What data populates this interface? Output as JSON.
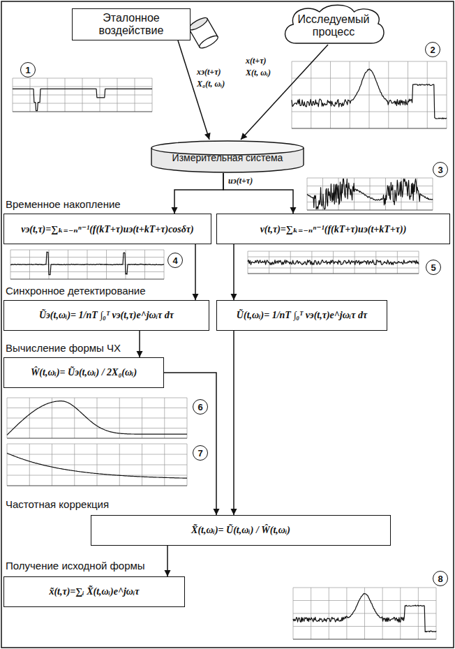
{
  "diagram": {
    "nodes": [
      {
        "text": [
          "Эталонное воздействие"
        ]
      },
      {
        "text": [
          "Исследуемый процесс"
        ]
      },
      {
        "text": [
          "Измерительная система"
        ]
      },
      {
        "text": [
          "vэ(t,τ)=∑ₖ₌₋ₙⁿ⁻¹(f(kT+τ)uэ(t+kT+τ)cosδτ)"
        ]
      },
      {
        "text": [
          "v(t,τ)=∑ₖ₌₋ₙⁿ⁻¹(f(kT+τ)uэ(t+kT+τ))"
        ]
      },
      {
        "text": [
          "Ũэ(t,ωᵢ)= 1/nT ∫₀ᵀ vэ(t,τ)e^jωᵢτ dτ"
        ]
      },
      {
        "text": [
          "Ũ(t,ωᵢ)= 1/nT ∫₀ᵀ vэ(t,τ)e^jωᵢτ dτ"
        ]
      },
      {
        "text": [
          "Ŵ(t,ωᵢ)= Ũэ(t,ωᵢ) / 2X₀(ωᵢ)"
        ]
      },
      {
        "text": [
          "X̃(t,ωᵢ)= Ũ(t,ωᵢ) / Ŵ(t,ωᵢ)"
        ]
      },
      {
        "text": [
          "x̃(t,τ)=∑ᵢ X̃(t,ωᵢ)e^jωᵢτ"
        ]
      }
    ],
    "edges": [
      {
        "from": 0,
        "to": 2,
        "arrow": "to"
      },
      {
        "from": 1,
        "to": 2,
        "arrow": "to"
      },
      {
        "from": 2,
        "to": 3,
        "arrow": "to"
      },
      {
        "from": 2,
        "to": 4,
        "arrow": "to"
      },
      {
        "from": 3,
        "to": 5,
        "arrow": "to"
      },
      {
        "from": 4,
        "to": 6,
        "arrow": "to"
      },
      {
        "from": 5,
        "to": 7,
        "arrow": "to"
      },
      {
        "from": 7,
        "to": 8,
        "arrow": "to"
      },
      {
        "from": 6,
        "to": 8,
        "arrow": "to"
      },
      {
        "from": 8,
        "to": 9,
        "arrow": "to"
      }
    ],
    "labels": [
      "xэ(t+τ)",
      "X₀(t, ωᵢ)",
      "x(t+τ)",
      "X(t, ωᵢ)",
      "uэ(t+τ)",
      "Временное накопление",
      "Синхронное детектирование",
      "Вычисление формы ЧХ",
      "Частотная коррекция",
      "Получение исходной формы",
      "1",
      "2",
      "3",
      "4",
      "5",
      "6",
      "7",
      "8"
    ]
  }
}
